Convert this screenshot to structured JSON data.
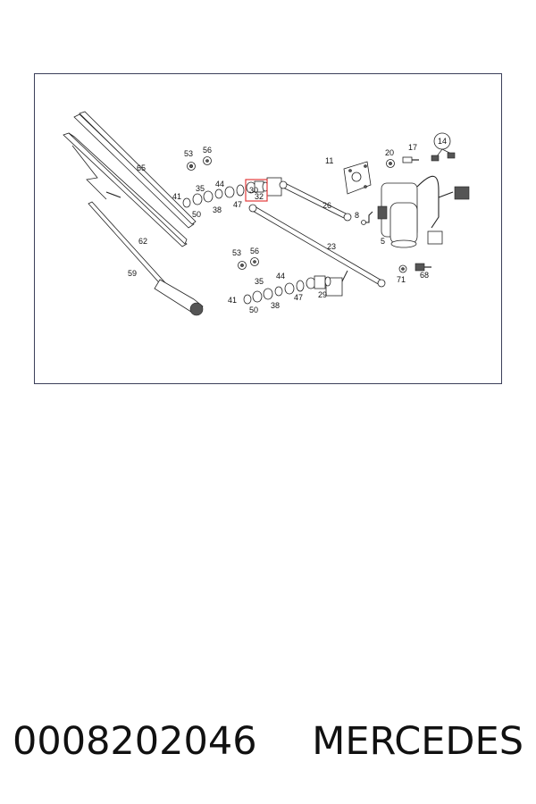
{
  "diagram": {
    "callouts": [
      "53",
      "56",
      "65",
      "41",
      "35",
      "44",
      "50",
      "38",
      "47",
      "30",
      "32",
      "11",
      "20",
      "17",
      "14",
      "26",
      "8",
      "5",
      "23",
      "62",
      "59",
      "53",
      "56",
      "35",
      "44",
      "41",
      "50",
      "38",
      "47",
      "29",
      "71",
      "68"
    ],
    "highlight_color": "#e23b3b"
  },
  "footer": {
    "part_number": "0008202046",
    "brand": "MERCEDES"
  }
}
